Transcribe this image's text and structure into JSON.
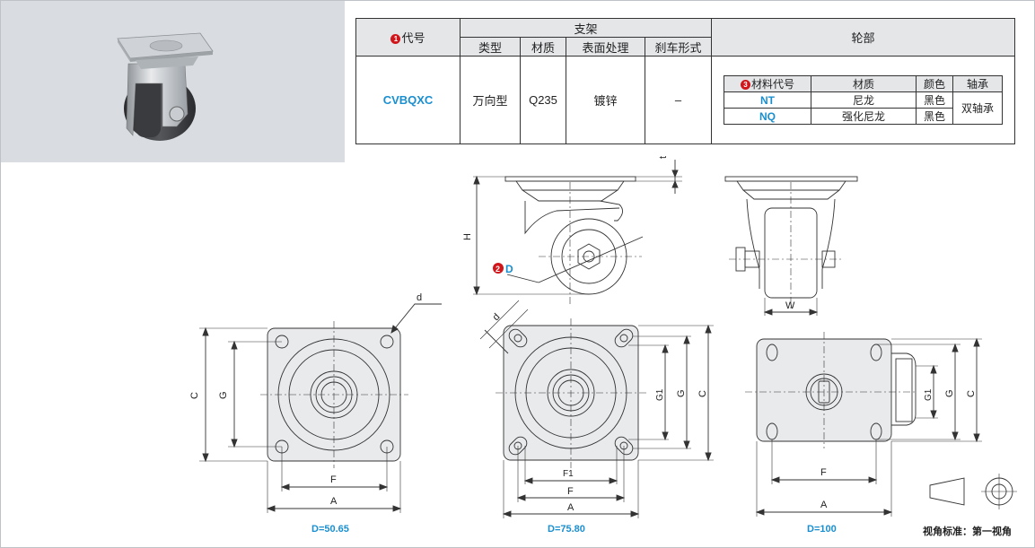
{
  "spec_table": {
    "code_header": "代号",
    "code_badge": "1",
    "bracket_header": "支架",
    "wheel_header": "轮部",
    "bracket_columns": [
      "类型",
      "材质",
      "表面处理",
      "刹车形式"
    ],
    "row": {
      "code": "CVBQXC",
      "type": "万向型",
      "material": "Q235",
      "surface": "镀锌",
      "brake": "–"
    }
  },
  "wheel_table": {
    "badge": "3",
    "headers": [
      "材料代号",
      "材质",
      "颜色",
      "轴承"
    ],
    "rows": [
      {
        "code": "NT",
        "material": "尼龙",
        "color": "黑色"
      },
      {
        "code": "NQ",
        "material": "强化尼龙",
        "color": "黑色"
      }
    ],
    "bearing": "双轴承"
  },
  "drawing": {
    "diameter_badge": "2",
    "diameter_label": "D",
    "labels": {
      "t": "t",
      "H": "H",
      "W": "W",
      "d": "d",
      "C": "C",
      "G": "G",
      "G1": "G1",
      "F": "F",
      "F1": "F1",
      "A": "A"
    },
    "captions": [
      "D=50.65",
      "D=75.80",
      "D=100"
    ],
    "view_standard": "视角标准：第一视角"
  },
  "colors": {
    "accent_blue": "#1a8fd0",
    "badge_red": "#d0161b",
    "header_gray": "#e4e6e8",
    "photo_bg": "#d9dde1"
  }
}
